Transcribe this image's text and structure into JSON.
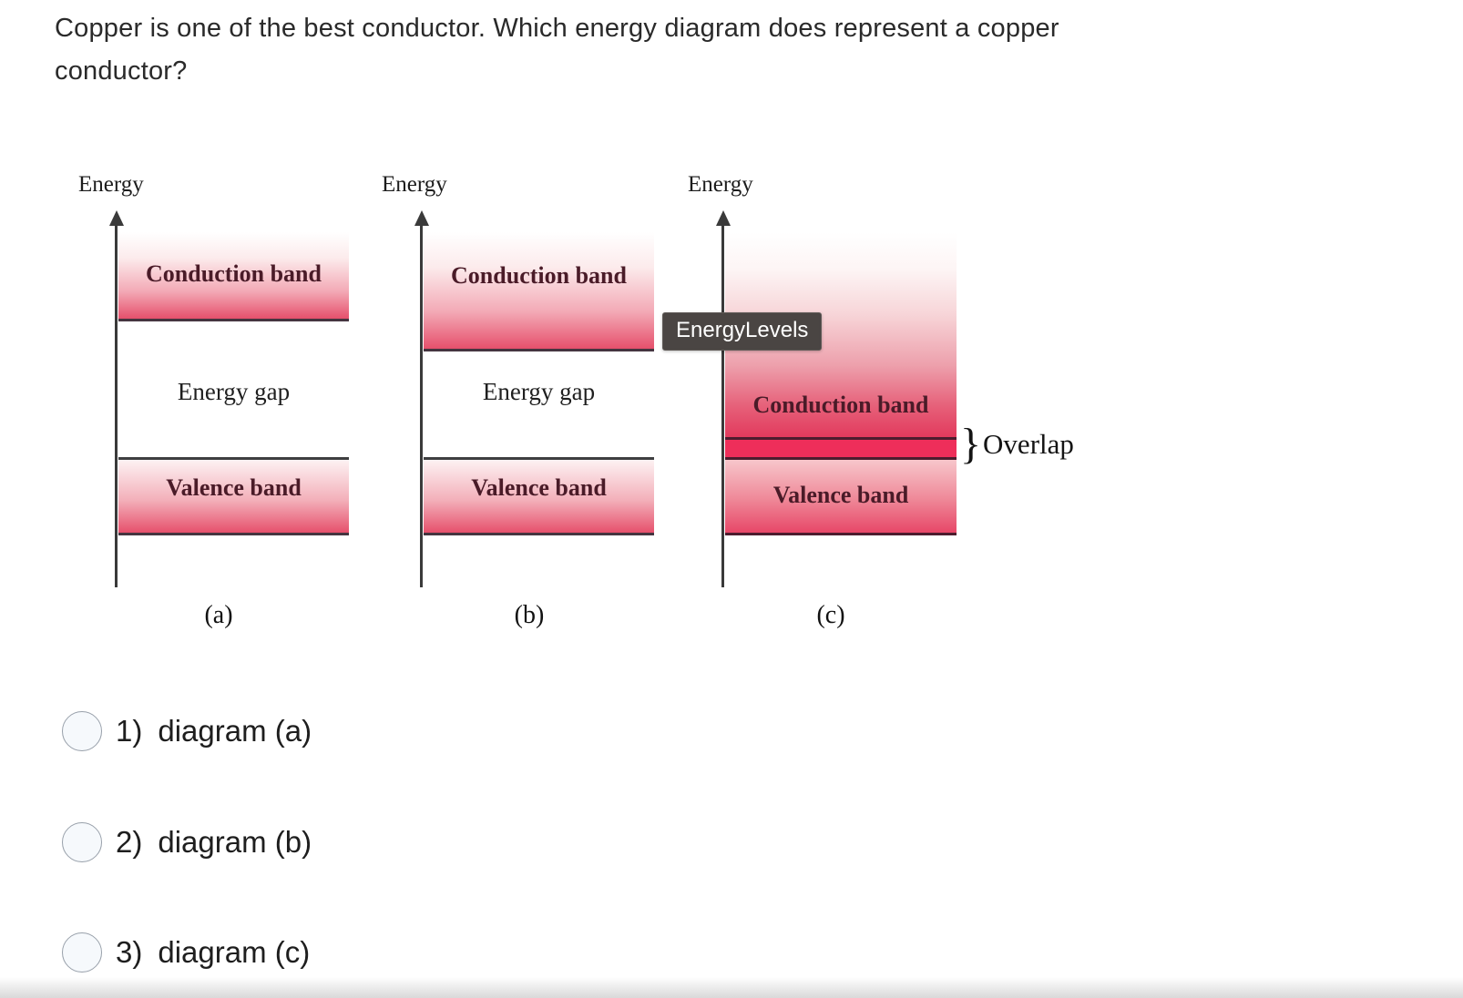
{
  "question": {
    "text": "Copper is one of the best conductor. Which energy diagram does represent a copper conductor?"
  },
  "band_diagram": {
    "axis_label": "Energy",
    "conduction_label": "Conduction band",
    "energy_gap_label": "Energy gap",
    "valence_label": "Valence band",
    "overlap": {
      "brace": "}",
      "label": "Overlap"
    },
    "tooltip": "EnergyLevels",
    "colors": {
      "band_gradient_end": "#e6506c",
      "overlap_strip": "#ee2e5a",
      "boundary_line_dark": "#453540",
      "boundary_line_maroon": "#4d1c2e",
      "band_label_text": "#4a1b28",
      "tooltip_bg": "#4a4543",
      "tooltip_text": "#ffffff",
      "axis_color": "#3a3a3a"
    }
  },
  "diagrams": [
    {
      "caption": "(a)"
    },
    {
      "caption": "(b)"
    },
    {
      "caption": "(c)"
    }
  ],
  "options": [
    {
      "number": "1)",
      "label": "diagram (a)"
    },
    {
      "number": "2)",
      "label": "diagram (b)"
    },
    {
      "number": "3)",
      "label": "diagram (c)"
    }
  ]
}
